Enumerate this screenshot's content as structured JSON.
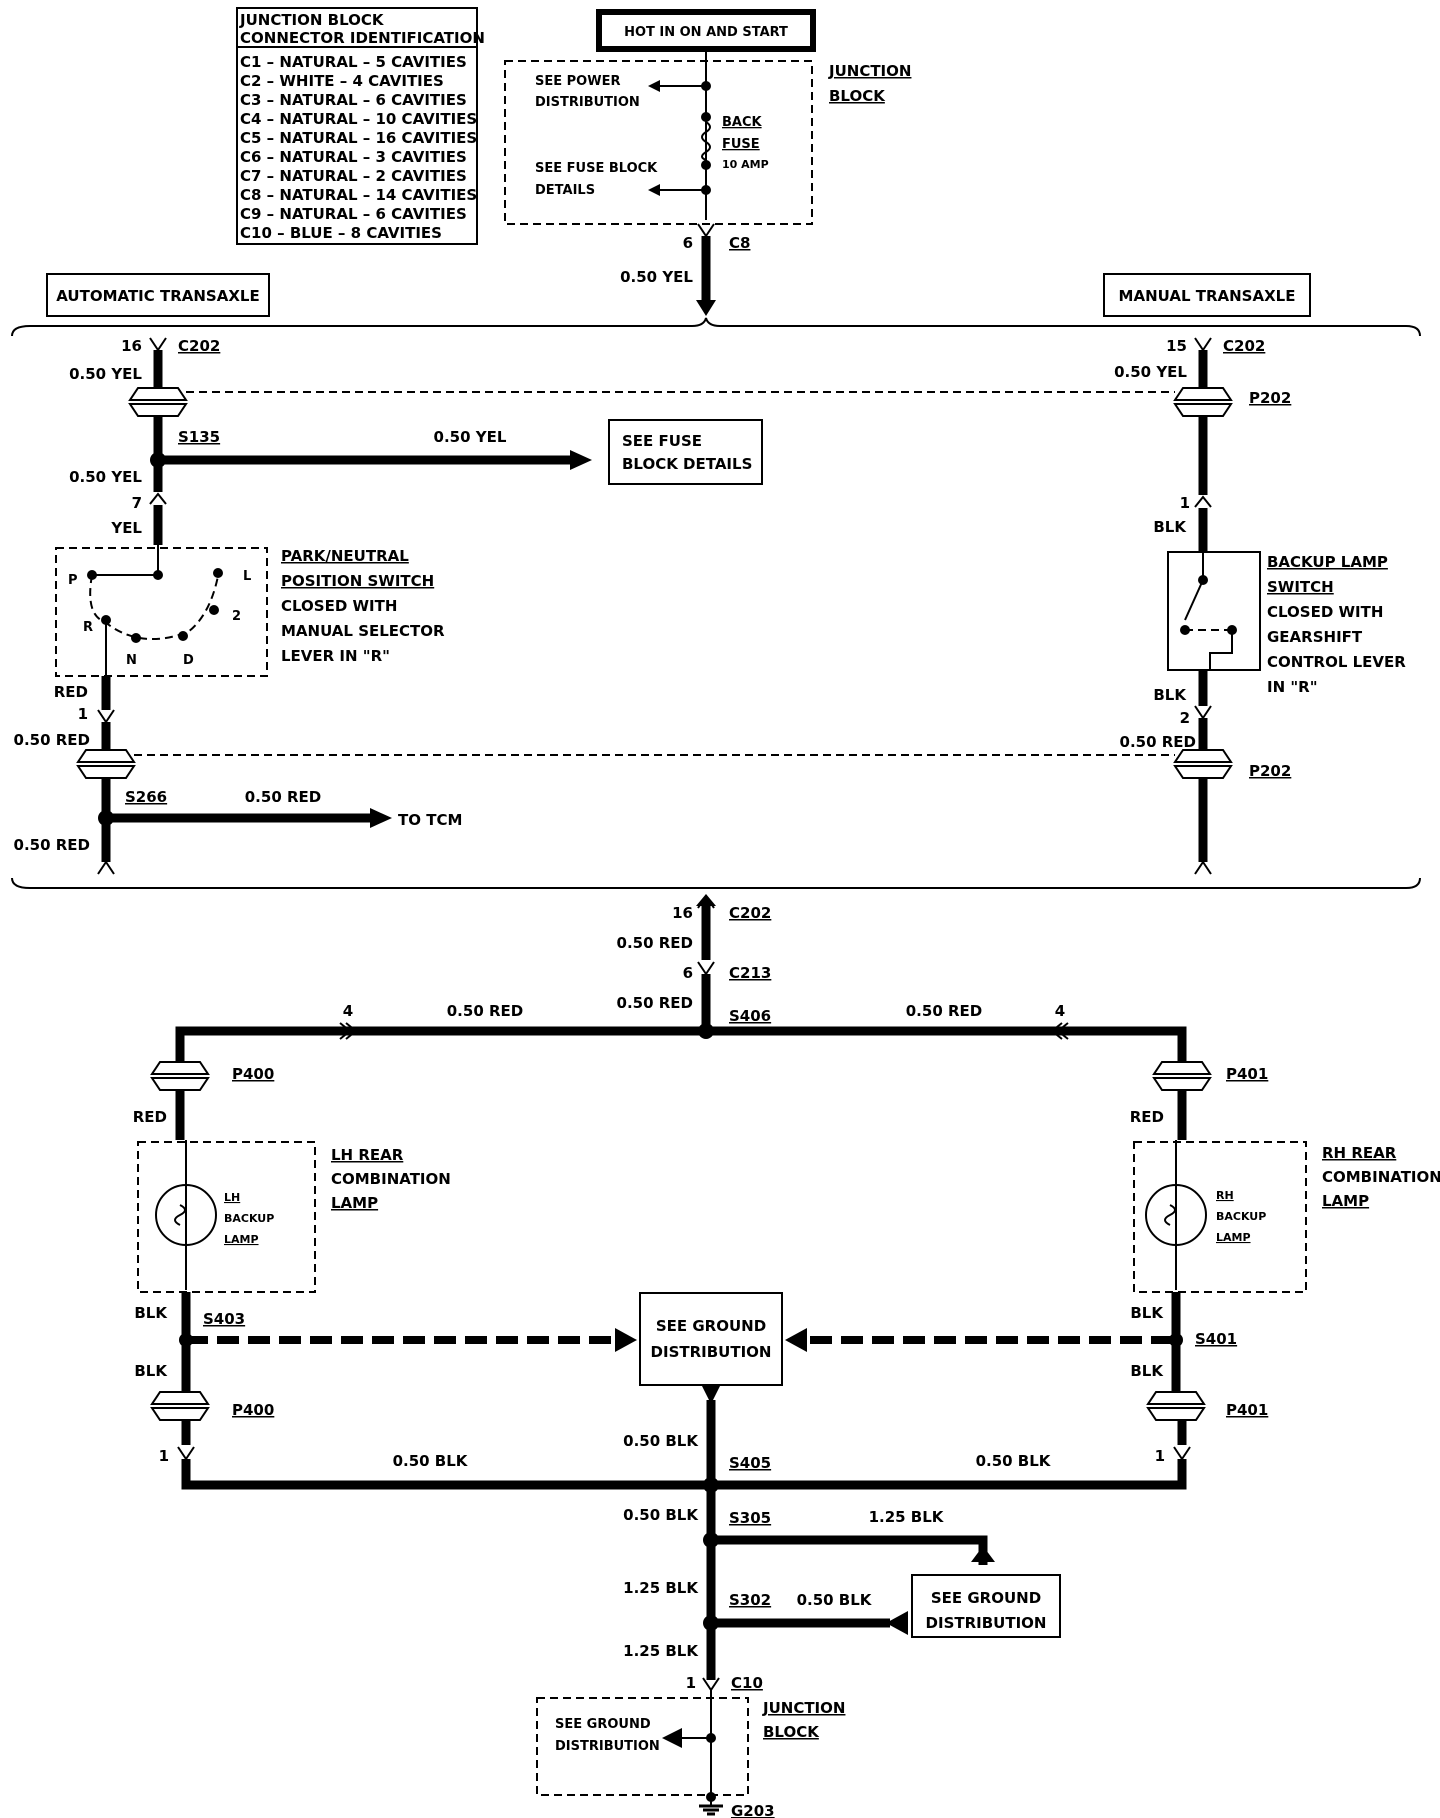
{
  "legend": {
    "title_line1": "JUNCTION BLOCK",
    "title_line2": "CONNECTOR IDENTIFICATION",
    "rows": [
      "C1 – NATURAL – 5 CAVITIES",
      "C2 – WHITE – 4 CAVITIES",
      "C3 – NATURAL – 6 CAVITIES",
      "C4 – NATURAL – 10 CAVITIES",
      "C5 – NATURAL – 16 CAVITIES",
      "C6 – NATURAL – 3 CAVITIES",
      "C7 – NATURAL – 2 CAVITIES",
      "C8 – NATURAL – 14 CAVITIES",
      "C9 – NATURAL – 6 CAVITIES",
      "C10 – BLUE – 8 CAVITIES"
    ]
  },
  "top": {
    "hot_label": "HOT IN ON AND START",
    "see_power_1": "SEE POWER",
    "see_power_2": "DISTRIBUTION",
    "back_fuse_1": "BACK",
    "back_fuse_2": "FUSE",
    "fuse_amp": "10 AMP",
    "see_fuse_1": "SEE FUSE BLOCK",
    "see_fuse_2": "DETAILS",
    "junction_1": "JUNCTION",
    "junction_2": "BLOCK",
    "pin_6": "6",
    "conn_c8": "C8",
    "wire_yel": "0.50 YEL"
  },
  "auto": {
    "title": "AUTOMATIC TRANSAXLE",
    "pin_16": "16",
    "conn_c202": "C202",
    "wire1": "0.50 YEL",
    "splice_s135": "S135",
    "wire_to_fuse": "0.50 YEL",
    "fuse_box_1": "SEE FUSE",
    "fuse_box_2": "BLOCK DETAILS",
    "wire2": "0.50 YEL",
    "pin_7": "7",
    "yel": "YEL",
    "pns_1": "PARK/NEUTRAL",
    "pns_2": "POSITION SWITCH",
    "pns_3": "CLOSED WITH",
    "pns_4": "MANUAL SELECTOR",
    "pns_5": "LEVER IN \"R\"",
    "pos_p": "P",
    "pos_r": "R",
    "pos_n": "N",
    "pos_d": "D",
    "pos_2": "2",
    "pos_l": "L",
    "red": "RED",
    "pin_1": "1",
    "wire3": "0.50 RED",
    "splice_s266": "S266",
    "wire_to_tcm": "0.50 RED",
    "to_tcm": "TO TCM",
    "wire4": "0.50 RED"
  },
  "manual": {
    "title": "MANUAL TRANSAXLE",
    "pin_15": "15",
    "conn_c202": "C202",
    "wire1": "0.50 YEL",
    "conn_p202_top": "P202",
    "pin_1": "1",
    "blk1": "BLK",
    "bls_1": "BACKUP LAMP",
    "bls_2": "SWITCH",
    "bls_3": "CLOSED WITH",
    "bls_4": "GEARSHIFT",
    "bls_5": "CONTROL LEVER",
    "bls_6": "IN \"R\"",
    "blk2": "BLK",
    "pin_2": "2",
    "wire2": "0.50 RED",
    "conn_p202_bot": "P202"
  },
  "rear": {
    "pin_16": "16",
    "conn_c202": "C202",
    "wire_a": "0.50 RED",
    "pin_6": "6",
    "conn_c213": "C213",
    "wire_b": "0.50 RED",
    "splice_s406": "S406",
    "pin_4_left": "4",
    "wire_left": "0.50 RED",
    "wire_right": "0.50 RED",
    "pin_4_right": "4",
    "conn_p400_top": "P400",
    "conn_p401_top": "P401",
    "red_left": "RED",
    "red_right": "RED",
    "lh_1": "LH REAR",
    "lh_2": "COMBINATION",
    "lh_3": "LAMP",
    "lh_lamp_1": "LH",
    "lh_lamp_2": "BACKUP",
    "lh_lamp_3": "LAMP",
    "rh_1": "RH REAR",
    "rh_2": "COMBINATION",
    "rh_3": "LAMP",
    "rh_lamp_1": "RH",
    "rh_lamp_2": "BACKUP",
    "rh_lamp_3": "LAMP",
    "blk_l1": "BLK",
    "splice_s403": "S403",
    "gnd_box_1": "SEE GROUND",
    "gnd_box_2": "DISTRIBUTION",
    "blk_r1": "BLK",
    "splice_s401": "S401",
    "blk_l2": "BLK",
    "conn_p400_bot": "P400",
    "blk_r2": "BLK",
    "conn_p401_bot": "P401",
    "wire_s405_top": "0.50 BLK",
    "splice_s405": "S405",
    "pin_1_left": "1",
    "wire_bot_left": "0.50 BLK",
    "wire_bot_right": "0.50 BLK",
    "pin_1_right": "1",
    "wire_c": "0.50 BLK",
    "splice_s305": "S305",
    "wire_s305_out": "1.25 BLK",
    "wire_d": "1.25 BLK",
    "splice_s302": "S302",
    "wire_s302_in": "0.50 BLK",
    "gnd_box2_1": "SEE GROUND",
    "gnd_box2_2": "DISTRIBUTION",
    "wire_e": "1.25 BLK",
    "pin_1_c10": "1",
    "conn_c10": "C10",
    "jb_see_1": "SEE GROUND",
    "jb_see_2": "DISTRIBUTION",
    "jb_1": "JUNCTION",
    "jb_2": "BLOCK",
    "ground_g203": "G203"
  }
}
